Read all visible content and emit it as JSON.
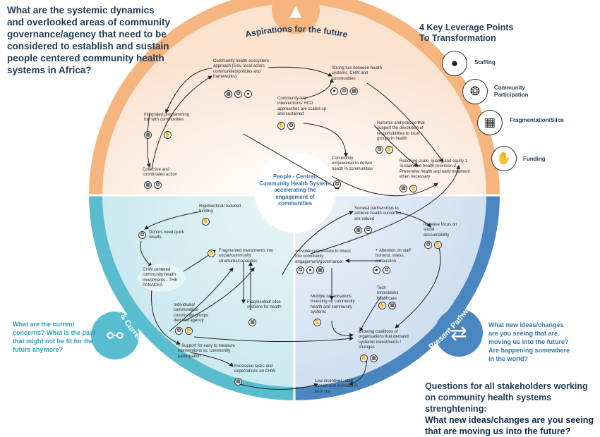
{
  "title_question": "What are the systemic dynamics and overlooked areas of community governance/agency that need to be considered to establish and sustain people centered community health systems in Africa?",
  "center": {
    "label": "People - Centred Community Health System: accelerating the engagement of communities"
  },
  "quadrants": {
    "top": "Aspirations for the future",
    "left": "Past & Current Patterns",
    "right": "Present Pathways"
  },
  "leverage": {
    "title": "4 Key Leverage Points To Transformation",
    "items": [
      {
        "label": "Staffing",
        "icon": "people-network-icon"
      },
      {
        "label": "Community Participation",
        "icon": "community-circle-icon"
      },
      {
        "label": "Fragmentation/Silos",
        "icon": "fragmented-blocks-icon"
      },
      {
        "label": "Funding",
        "icon": "hand-money-icon"
      }
    ]
  },
  "questions": {
    "left": "What are the current concerns? What is the past that might not be fit for the future anymore?",
    "right": "What new ideas/changes are you seeing that are moving us into the future? Are happening somewhere in the world?",
    "bottom_intro": "Questions for all stakeholders working on community health systems strenghtening:",
    "bottom_bold": "What new ideas/changes are you seeing that are moving us into the future?"
  },
  "nodes": {
    "ecosystem": "Community health ecosystem approach (Gov. local actors communities/policies and frameworks)",
    "strong_ties": "Strong ties between health systems, CHW and communities",
    "integrated": "Integrated programming for/ with communities",
    "community_led": "Community-led interventions/ HCD approaches are scaled up and sustained",
    "reforms": "Reforms and policies that support the devolution of responsibilities to local groups in health",
    "collective": "Collective and coordinated action",
    "empowered": "Community empowered to deliver health in communities",
    "reaching": "Reaching scale, quality and equity 1. Sustainable health provision 2. Preventive health and early treatment when necessary",
    "rigid": "Rigid/vertical/ reduced funding",
    "donors": "Donors need quick results",
    "fragmented_inv": "Fragmented investments into social/community structures/capacities",
    "chw": "CHW centered community health investments - THE PANACEA",
    "individuals": "Individuals/ communities/ community groups demand agency",
    "silos": "Fragmented/ silos systems for health",
    "support": "+ Support for easy to measure interventions vs. community participation",
    "excessive": "Excessive tasks and expectations on CHW",
    "societal": "Societal partnerships to achieve health outcomes are valued",
    "increase_focus": "Increase focus on social accountability",
    "evidence": "+ Evidence/pressure to invest into community engagement/governance",
    "attention": "+ Attention on staff burnout, stress, exhaustion",
    "tech": "Tech innovations healthcare",
    "multiple": "Multiple organisations investing on community health and community systems",
    "growing": "Growing coalitions of organisations that demand systemic investments / changes",
    "low_incentives": "Low incentives, staff morale and increase in burn out"
  },
  "colors": {
    "top_ring": "#f6b47e",
    "left_ring": "#59bccf",
    "right_ring": "#4a87c1",
    "title_text": "#1f3b57",
    "accent_blue": "#2f6fa6"
  }
}
